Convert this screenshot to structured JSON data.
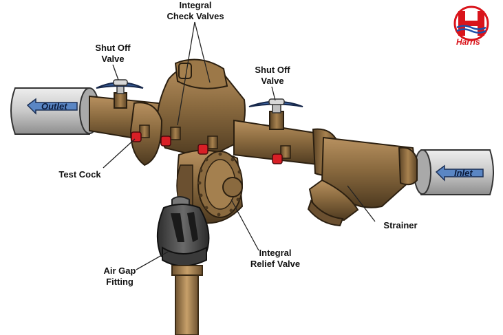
{
  "labels": {
    "check_valves": [
      "Integral",
      "Check Valves"
    ],
    "shutoff_left": [
      "Shut Off",
      "Valve"
    ],
    "shutoff_right": [
      "Shut Off",
      "Valve"
    ],
    "test_cock": "Test Cock",
    "strainer": "Strainer",
    "relief_valve": [
      "Integral",
      "Relief Valve"
    ],
    "air_gap": [
      "Air Gap",
      "Fitting"
    ]
  },
  "pipe_tags": {
    "outlet": "Outlet",
    "inlet": "Inlet"
  },
  "logo": {
    "text": "Harris",
    "color": "#d9141b",
    "wave_color": "#1f4fa8"
  },
  "colors": {
    "bronze": "#8a6a3f",
    "bronze_dark": "#5c4426",
    "bronze_light": "#b08a57",
    "pipe_gray": "#c8c8c8",
    "handle_blue": "#3a5f9a",
    "cap_red": "#d81f26",
    "fitting_gray": "#4a4a4a"
  },
  "icons": {
    "outlet_arrow": "arrow-left-icon",
    "inlet_arrow": "arrow-left-icon"
  }
}
